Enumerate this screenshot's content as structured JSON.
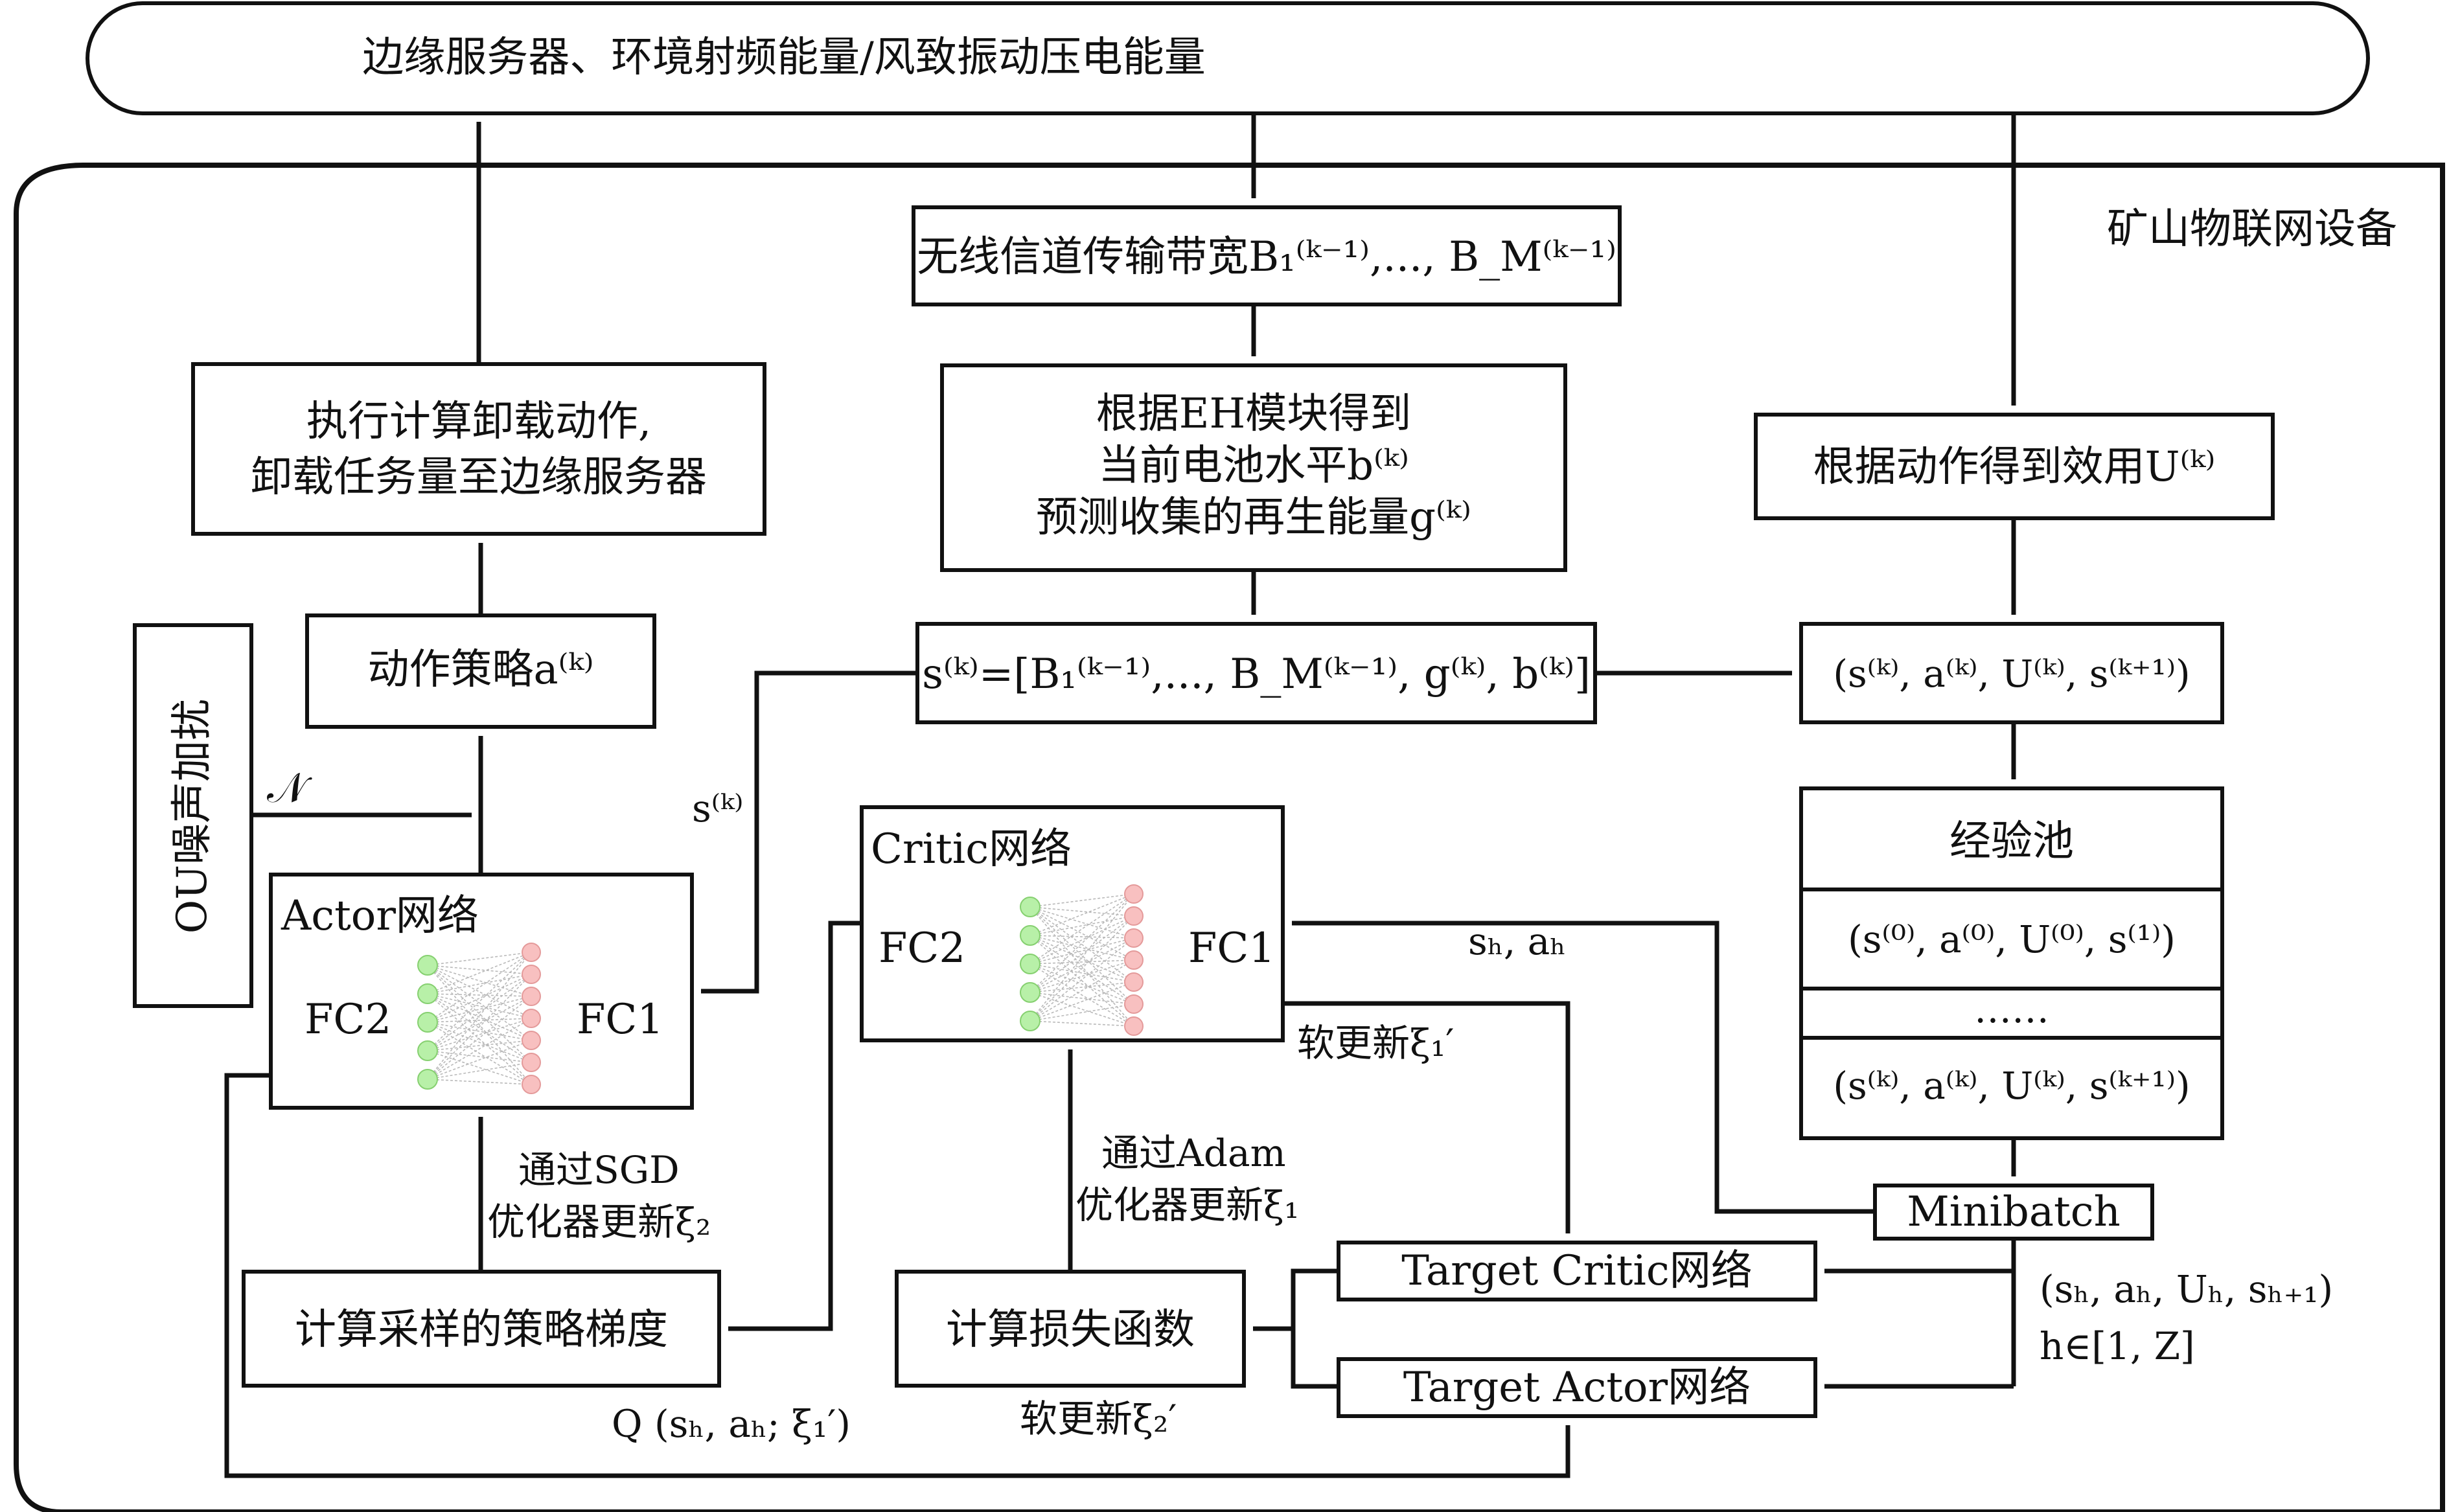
{
  "top": {
    "label": "边缘服务器、环境射频能量/风致振动压电能量"
  },
  "device": {
    "label": "矿山物联网设备"
  },
  "boxes": {
    "execute": [
      "执行计算卸载动作,",
      "卸载任务量至边缘服务器"
    ],
    "action": "动作策略a⁽ᵏ⁾",
    "ou_noise": "OU噪声加扰",
    "bandwidth": "无线信道传输带宽B₁⁽ᵏ⁻¹⁾,..., B_M⁽ᵏ⁻¹⁾",
    "eh": [
      "根据EH模块得到",
      "当前电池水平b⁽ᵏ⁾",
      "预测收集的再生能量g⁽ᵏ⁾"
    ],
    "state": "s⁽ᵏ⁾=[B₁⁽ᵏ⁻¹⁾,..., B_M⁽ᵏ⁻¹⁾, g⁽ᵏ⁾, b⁽ᵏ⁾]",
    "utility": "根据动作得到效用U⁽ᵏ⁾",
    "transition": "(s⁽ᵏ⁾, a⁽ᵏ⁾, U⁽ᵏ⁾, s⁽ᵏ⁺¹⁾)",
    "pool": {
      "title": "经验池",
      "row_first": "(s⁽⁰⁾, a⁽⁰⁾, U⁽⁰⁾, s⁽¹⁾)",
      "row_dots": "……",
      "row_last": "(s⁽ᵏ⁾, a⁽ᵏ⁾, U⁽ᵏ⁾, s⁽ᵏ⁺¹⁾)"
    },
    "minibatch": "Minibatch",
    "actor": {
      "title": "Actor网络",
      "fc2": "FC2",
      "fc1": "FC1"
    },
    "critic": {
      "title": "Critic网络",
      "fc2": "FC2",
      "fc1": "FC1"
    },
    "target_critic": "Target Critic网络",
    "target_actor": "Target Actor网络",
    "policy_grad": "计算采样的策略梯度",
    "loss": "计算损失函数"
  },
  "edge_labels": {
    "noise": "𝒩",
    "s_k": "s⁽ᵏ⁾",
    "sh_ah": "sₕ, aₕ",
    "soft_update_1": "软更新ξ₁′",
    "soft_update_2": "软更新ξ₂′",
    "sgd": [
      "通过SGD",
      "优化器更新ξ₂"
    ],
    "adam": [
      "通过Adam",
      "优化器更新ξ₁"
    ],
    "q_value": "Q (sₕ, aₕ; ξ₁′)",
    "sample": [
      "(sₕ, aₕ, Uₕ, sₕ₊₁)",
      "h∈[1, Z]"
    ]
  },
  "colors": {
    "line": "#111111",
    "nn_input": "#b8f0a8",
    "nn_output": "#f8c0c0"
  }
}
